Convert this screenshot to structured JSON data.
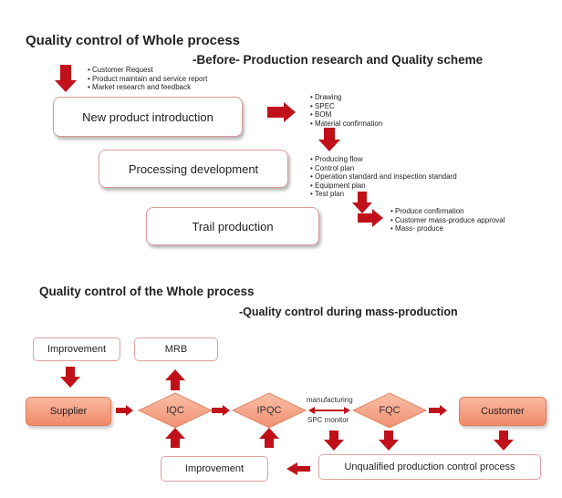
{
  "section1": {
    "title": "Quality control of Whole process",
    "subtitle": "-Before- Production research and Quality scheme",
    "bullets_input": [
      "Customer Request",
      "Product maintain  and service report",
      "Market research and feedback"
    ],
    "box_new_product": "New product introduction",
    "bullets_new_product": [
      "Drawing",
      "SPEC",
      "BOM",
      "Material confirmation"
    ],
    "box_processing": "Processing development",
    "bullets_processing": [
      "Producing flow",
      "Control plan",
      "Operation standard and inspection standard",
      "Equipment plan",
      "Test plan"
    ],
    "box_trail": "Trail production",
    "bullets_trail": [
      "Produce confirmation",
      "Customer mass-produce approval",
      "Mass- produce"
    ]
  },
  "section2": {
    "title": "Quality control of the Whole process",
    "subtitle": "-Quality control during mass-production",
    "improvement_top": "Improvement",
    "mrb": "MRB",
    "supplier": "Supplier",
    "iqc": "IQC",
    "ipqc": "IPQC",
    "manufacturing": "manufacturing",
    "spc_monitor": "SPC monitor",
    "fqc": "FQC",
    "customer": "Customer",
    "improvement_bottom": "Improvement",
    "unqualified": "Unqualified production control process"
  },
  "colors": {
    "arrow": "#c0111b",
    "box_fill": "#f4a184",
    "border": "#d99a9a",
    "diamond": "#f4a184"
  }
}
